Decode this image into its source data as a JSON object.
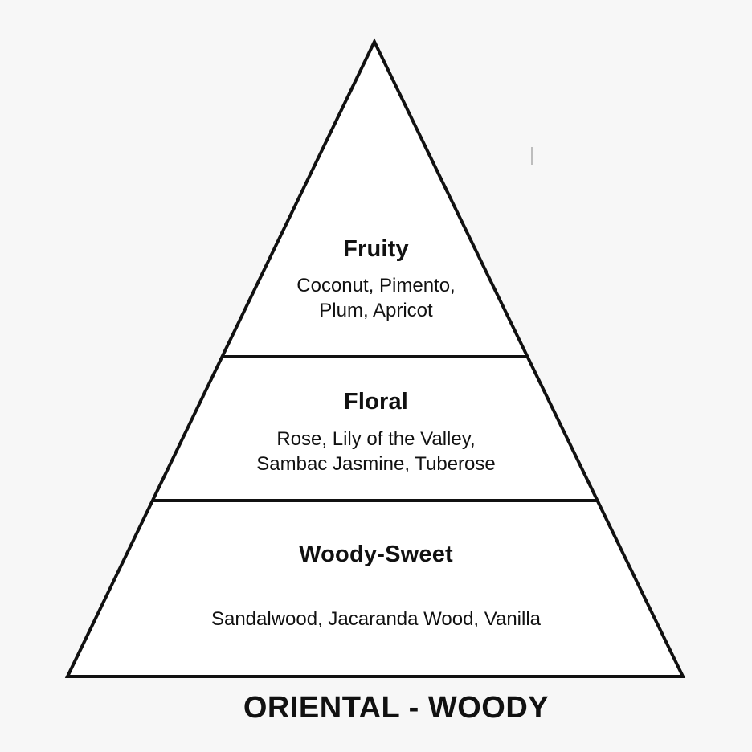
{
  "colors": {
    "background": "#f7f7f7",
    "fill": "#ffffff",
    "stroke": "#111111",
    "text": "#111111"
  },
  "pyramid": {
    "tiers": [
      {
        "title": "Fruity",
        "notes_lines": [
          "Coconut, Pimento,",
          "Plum, Apricot"
        ]
      },
      {
        "title": "Floral",
        "notes_lines": [
          "Rose, Lily of the Valley,",
          "Sambac Jasmine, Tuberose"
        ]
      },
      {
        "title": "Woody-Sweet",
        "notes_lines": [
          "Sandalwood, Jacaranda Wood, Vanilla"
        ]
      }
    ]
  },
  "footer": {
    "label": "ORIENTAL - WOODY"
  }
}
